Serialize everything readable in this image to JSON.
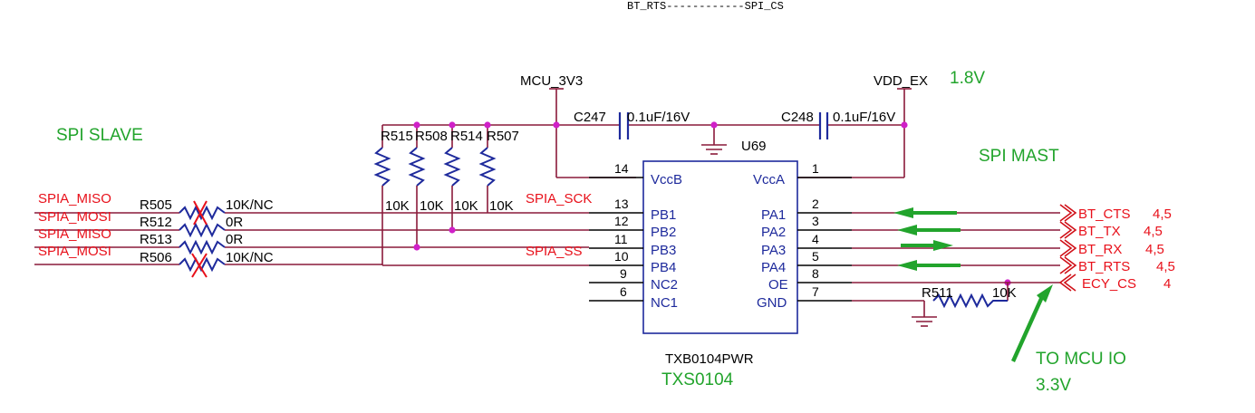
{
  "top_note": "BT_RTS------------SPI_CS",
  "power": {
    "mcu_rail": "MCU_3V3",
    "vdd_rail": "VDD_EX",
    "vdd_voltage": "1.8V"
  },
  "capacitors": {
    "c247": {
      "ref": "C247",
      "value": "0.1uF/16V"
    },
    "c248": {
      "ref": "C248",
      "value": "0.1uF/16V"
    }
  },
  "ic": {
    "ref": "U69",
    "part": "TXB0104PWR",
    "alt_part": "TXS0104",
    "left_pins": [
      {
        "num": "14",
        "name": "VccB"
      },
      {
        "num": "13",
        "name": "PB1"
      },
      {
        "num": "12",
        "name": "PB2"
      },
      {
        "num": "11",
        "name": "PB3"
      },
      {
        "num": "10",
        "name": "PB4"
      },
      {
        "num": "9",
        "name": "NC2"
      },
      {
        "num": "6",
        "name": "NC1"
      }
    ],
    "right_pins": [
      {
        "num": "1",
        "name": "VccA"
      },
      {
        "num": "2",
        "name": "PA1"
      },
      {
        "num": "3",
        "name": "PA2"
      },
      {
        "num": "4",
        "name": "PA3"
      },
      {
        "num": "5",
        "name": "PA4"
      },
      {
        "num": "8",
        "name": "OE"
      },
      {
        "num": "7",
        "name": "GND"
      }
    ]
  },
  "pullups": [
    {
      "ref": "R515",
      "value": "10K"
    },
    {
      "ref": "R508",
      "value": "10K"
    },
    {
      "ref": "R514",
      "value": "10K"
    },
    {
      "ref": "R507",
      "value": "10K"
    }
  ],
  "left_section": {
    "title": "SPI SLAVE",
    "nets": [
      "SPIA_MISO",
      "SPIA_MOSI",
      "SPIA_MISO",
      "SPIA_MOSI"
    ],
    "resistors": [
      {
        "ref": "R505",
        "value": "10K/NC",
        "not_fitted": true
      },
      {
        "ref": "R512",
        "value": "0R",
        "not_fitted": false
      },
      {
        "ref": "R513",
        "value": "0R",
        "not_fitted": false
      },
      {
        "ref": "R506",
        "value": "10K/NC",
        "not_fitted": true
      }
    ],
    "sck_net": "SPIA_SCK",
    "ss_net": "SPIA_SS"
  },
  "right_section": {
    "title": "SPI MAST",
    "ports": [
      {
        "name": "BT_CTS",
        "pages": "4,5"
      },
      {
        "name": "BT_TX",
        "pages": "4,5"
      },
      {
        "name": "BT_RX",
        "pages": "4,5"
      },
      {
        "name": "BT_RTS",
        "pages": "4,5"
      },
      {
        "name": "ECY_CS",
        "pages": "4"
      }
    ],
    "r511": {
      "ref": "R511",
      "value": "10K"
    },
    "note_line1": "TO MCU IO",
    "note_line2": "3.3V"
  },
  "colors": {
    "net_red": "#e8101a",
    "component_blue": "#1e2a9c",
    "annotation_green": "#22a42c",
    "junction_magenta": "#d020c8"
  }
}
